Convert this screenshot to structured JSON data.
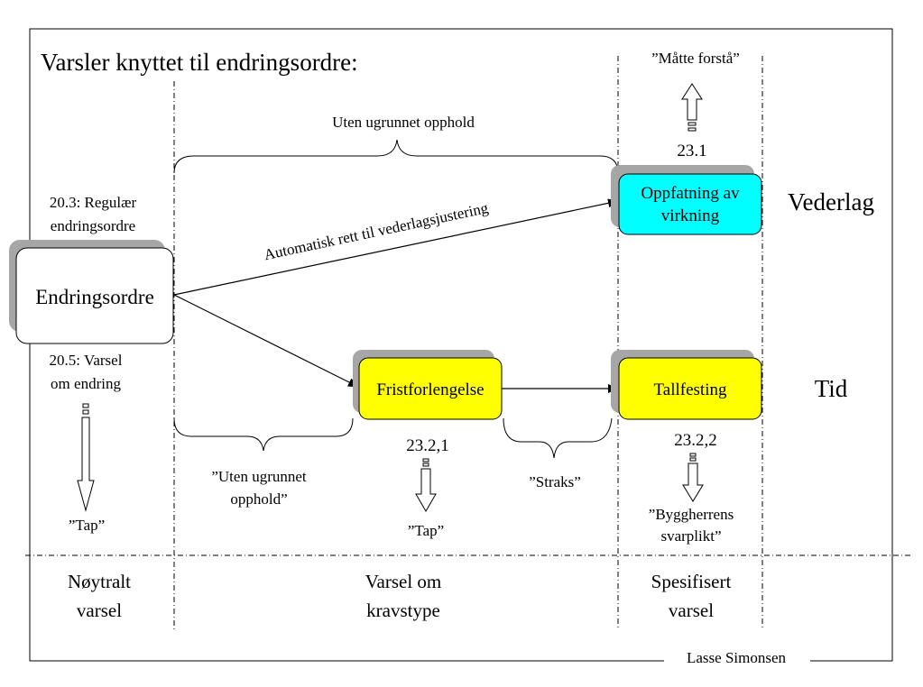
{
  "title": "Varsler knyttet til endringsordre:",
  "author": "Lasse Simonsen",
  "colors": {
    "cyan_box": "#00ffff",
    "yellow_box": "#ffff00",
    "white_box": "#ffffff",
    "shadow": "#a6a6a6"
  },
  "boxes": {
    "endringsordre": "Endringsordre",
    "fristforlengelse": "Fristforlengelse",
    "tallfesting": "Tallfesting",
    "oppfatning_line1": "Oppfatning av",
    "oppfatning_line2": "virkning"
  },
  "labels": {
    "regular_line1": "20.3: Regulær",
    "regular_line2": "endringsordre",
    "varsel_endring_line1": "20.5: Varsel",
    "varsel_endring_line2": "om endring",
    "tap_left": "”Tap”",
    "tap_mid": "”Tap”",
    "uten_top": "Uten ugrunnet opphold",
    "uten_bottom_line1": "”Uten ugrunnet",
    "uten_bottom_line2": "opphold”",
    "straks": "”Straks”",
    "automatisk": "Automatisk rett til vederlagsjustering",
    "ref_23_1": "23.1",
    "ref_23_2_1": "23.2,1",
    "ref_23_2_2": "23.2,2",
    "matte_forsta": "”Måtte forstå”",
    "byggherrens_line1": "”Byggherrens",
    "byggherrens_line2": "svarplikt”",
    "vederlag": "Vederlag",
    "tid": "Tid"
  },
  "columns": {
    "noytralt_line1": "Nøytralt",
    "noytralt_line2": "varsel",
    "kravstype_line1": "Varsel om",
    "kravstype_line2": "kravstype",
    "spesifisert_line1": "Spesifisert",
    "spesifisert_line2": "varsel"
  }
}
